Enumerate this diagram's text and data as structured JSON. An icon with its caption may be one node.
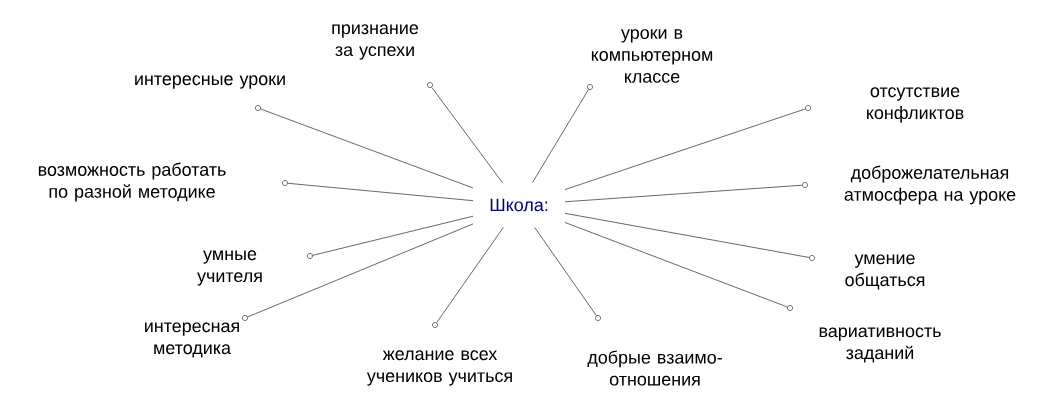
{
  "diagram": {
    "nodes": [
      {
        "text": [
          "Школа:"
        ]
      },
      {
        "text": [],
        "shape": "circle",
        "beside": [
          "признание за успехи"
        ]
      },
      {
        "text": [],
        "shape": "circle",
        "beside": [
          "уроки в компьютерном классе"
        ]
      },
      {
        "text": [],
        "shape": "circle",
        "beside": [
          "интересные уроки"
        ]
      },
      {
        "text": [],
        "shape": "circle",
        "beside": [
          "отсутствие конфликтов"
        ]
      },
      {
        "text": [],
        "shape": "circle",
        "beside": [
          "возможность работать по разной методике"
        ]
      },
      {
        "text": [],
        "shape": "circle",
        "beside": [
          "доброжелательная атмосфера на уроке"
        ]
      },
      {
        "text": [],
        "shape": "circle",
        "beside": [
          "умные учителя"
        ]
      },
      {
        "text": [],
        "shape": "circle",
        "beside": [
          "умение общаться"
        ]
      },
      {
        "text": [],
        "shape": "circle",
        "beside": [
          "интересная методика"
        ]
      },
      {
        "text": [],
        "shape": "circle",
        "beside": [
          "желание всех учеников учиться"
        ]
      },
      {
        "text": [],
        "shape": "circle",
        "beside": [
          "добрые взаимо- отношения"
        ]
      },
      {
        "text": [],
        "shape": "circle",
        "beside": [
          "вариативность заданий"
        ]
      }
    ],
    "edges": [
      {
        "from": 0,
        "to": 1,
        "arrow": "none"
      },
      {
        "from": 0,
        "to": 2,
        "arrow": "none"
      },
      {
        "from": 0,
        "to": 3,
        "arrow": "none"
      },
      {
        "from": 0,
        "to": 4,
        "arrow": "none"
      },
      {
        "from": 0,
        "to": 5,
        "arrow": "none"
      },
      {
        "from": 0,
        "to": 6,
        "arrow": "none"
      },
      {
        "from": 0,
        "to": 7,
        "arrow": "none"
      },
      {
        "from": 0,
        "to": 8,
        "arrow": "none"
      },
      {
        "from": 0,
        "to": 9,
        "arrow": "none"
      },
      {
        "from": 0,
        "to": 10,
        "arrow": "none"
      },
      {
        "from": 0,
        "to": 11,
        "arrow": "none"
      },
      {
        "from": 0,
        "to": 12,
        "arrow": "none"
      }
    ]
  }
}
